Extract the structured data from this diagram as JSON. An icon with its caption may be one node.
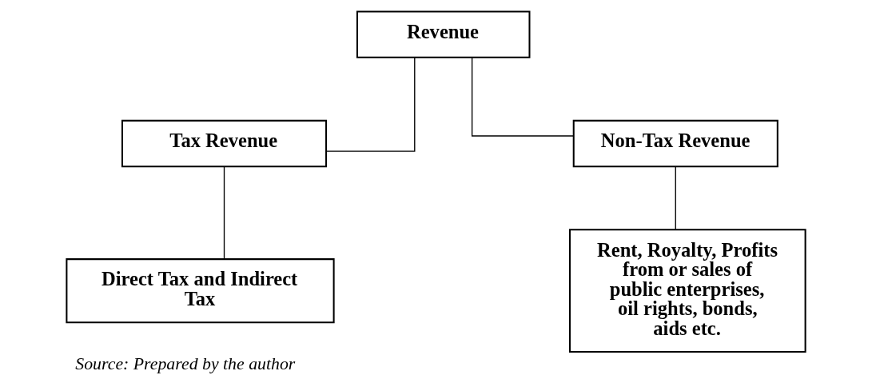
{
  "diagram": {
    "caption": "Source: Prepared by the author",
    "nodes": [
      {
        "text": [
          "Revenue"
        ]
      },
      {
        "text": [
          "Tax Revenue"
        ]
      },
      {
        "text": [
          "Non-Tax Revenue"
        ]
      },
      {
        "text": [
          "Direct Tax and Indirect Tax"
        ]
      },
      {
        "text": [
          "Rent, Royalty, Profits from or sales of public enterprises, oil rights, bonds, aids etc."
        ]
      }
    ],
    "edges": [
      {
        "from": 0,
        "to": 1,
        "arrow": "none"
      },
      {
        "from": 0,
        "to": 2,
        "arrow": "none"
      },
      {
        "from": 1,
        "to": 3,
        "arrow": "none"
      },
      {
        "from": 2,
        "to": 4,
        "arrow": "none"
      }
    ]
  }
}
